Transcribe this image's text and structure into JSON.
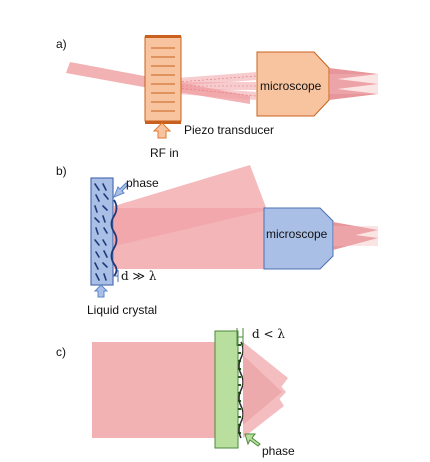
{
  "panels": {
    "a": {
      "label": "a)",
      "microscope_label": "microscope",
      "transducer_label": "Piezo transducer",
      "rf_label": "RF in"
    },
    "b": {
      "label": "b)",
      "phase_label": "phase",
      "microscope_label": "microscope",
      "thickness_label": "d ≫ λ",
      "liquid_crystal_label": "Liquid crystal"
    },
    "c": {
      "label": "c)",
      "thickness_label": "d < λ",
      "phase_label": "phase"
    }
  },
  "colors": {
    "beam": "#f0a3a6",
    "beam_dark": "#e0747a",
    "aod_fill": "#f8c4a0",
    "aod_border": "#c9601e",
    "microscope_fill": "#f8c4a0",
    "lc_fill": "#a9bfe6",
    "lc_border": "#4e6fb0",
    "lc_molecule": "#1f3a7a",
    "metasurface_fill": "#b9df9f",
    "metasurface_border": "#4a8a3a",
    "arrow_rf": "#e07a2e",
    "arrow_phase_b": "#5b86c9",
    "arrow_phase_c": "#4a8a3a"
  }
}
